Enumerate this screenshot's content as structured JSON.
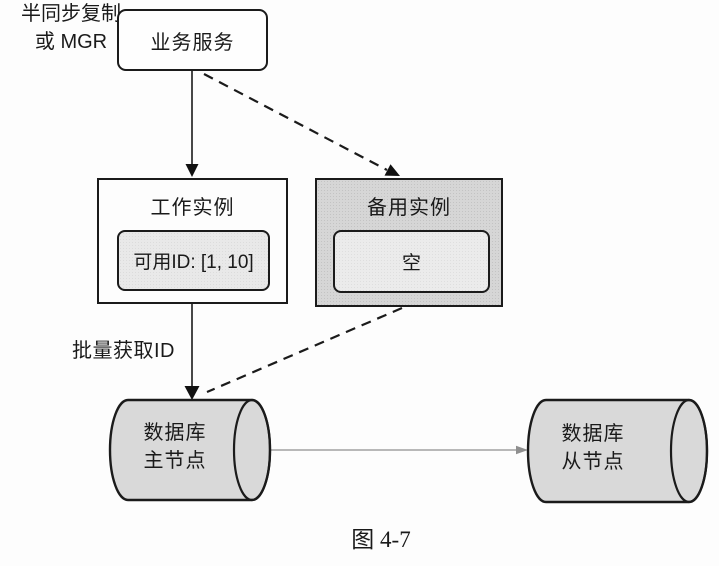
{
  "figure": {
    "caption": "图 4-7",
    "nodes": {
      "service": {
        "label": "业务服务"
      },
      "worker": {
        "title": "工作实例",
        "value": "可用ID: [1, 10]"
      },
      "standby": {
        "title": "备用实例",
        "value": "空"
      },
      "db_master": {
        "line1": "数据库",
        "line2": "主节点"
      },
      "db_slave": {
        "line1": "数据库",
        "line2": "从节点"
      }
    },
    "edges": {
      "fetch_label": "批量获取ID",
      "replication_line1": "半同步复制",
      "replication_line2": "或 MGR"
    },
    "colors": {
      "line": "#1b1b1b",
      "shaded_fill": "#d6d6d6",
      "inner_fill": "#e9e9e9",
      "cylinder_fill": "#d9d9d9",
      "replication_arrow": "#8f8f8f",
      "background": "#fdfdfd"
    }
  }
}
